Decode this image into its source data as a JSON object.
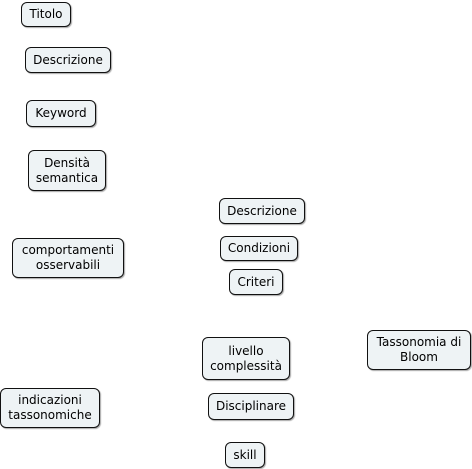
{
  "nodes": [
    {
      "id": "titolo",
      "label": "Titolo"
    },
    {
      "id": "descrizione-1",
      "label": "Descrizione"
    },
    {
      "id": "keyword",
      "label": "Keyword"
    },
    {
      "id": "densita-semantica",
      "label": "Densità\nsemantica"
    },
    {
      "id": "descrizione-2",
      "label": "Descrizione"
    },
    {
      "id": "comportamenti-osservabili",
      "label": "comportamenti\nosservabili"
    },
    {
      "id": "condizioni",
      "label": "Condizioni"
    },
    {
      "id": "criteri",
      "label": "Criteri"
    },
    {
      "id": "tassonomia-di-bloom",
      "label": "Tassonomia di\nBloom"
    },
    {
      "id": "livello-complessita",
      "label": "livello\ncomplessità"
    },
    {
      "id": "indicazioni-tassonomiche",
      "label": "indicazioni\ntassonomiche"
    },
    {
      "id": "disciplinare",
      "label": "Disciplinare"
    },
    {
      "id": "skill",
      "label": "skill"
    }
  ]
}
